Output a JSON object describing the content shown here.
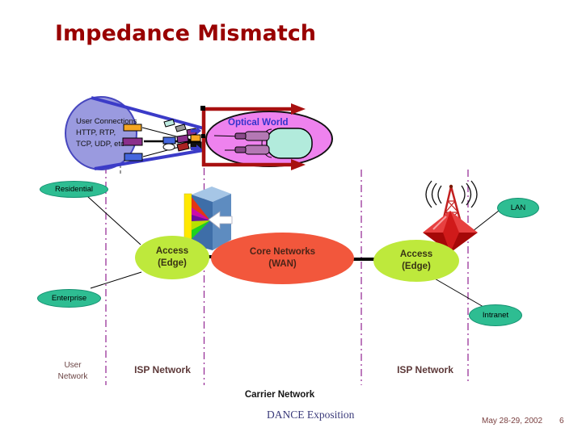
{
  "slide": {
    "title": "Impedance Mismatch"
  },
  "funnel": {
    "label": "User Connections\nHTTP, RTP,\nTCP, UDP, etc"
  },
  "optical": {
    "label": "Optical World"
  },
  "nodes": {
    "residential": "Residential",
    "lan": "LAN",
    "enterprise": "Enterprise",
    "intranet": "Intranet"
  },
  "network": {
    "access_left": "Access\n(Edge)",
    "core": "Core Networks\n(WAN)",
    "access_right": "Access\n(Edge)"
  },
  "regions": {
    "user_network": "User\nNetwork",
    "isp_left": "ISP Network",
    "carrier": "Carrier Network",
    "isp_right": "ISP Network"
  },
  "footer": {
    "event": "DANCE Exposition",
    "date": "May 28-29, 2002",
    "page": "6"
  },
  "colors": {
    "title_red": "#990000",
    "funnel_blue": "#3B3BC8",
    "user_ellipse_purple": "#9A9ADF",
    "optical_pink": "#EE82EE",
    "optical_loop_red": "#A81010",
    "fiber_cyan": "#B2EBDC",
    "node_teal": "#2EBD92",
    "access_green": "#BEE93C",
    "core_orange": "#F2573C",
    "region_line_purple": "#993399"
  }
}
